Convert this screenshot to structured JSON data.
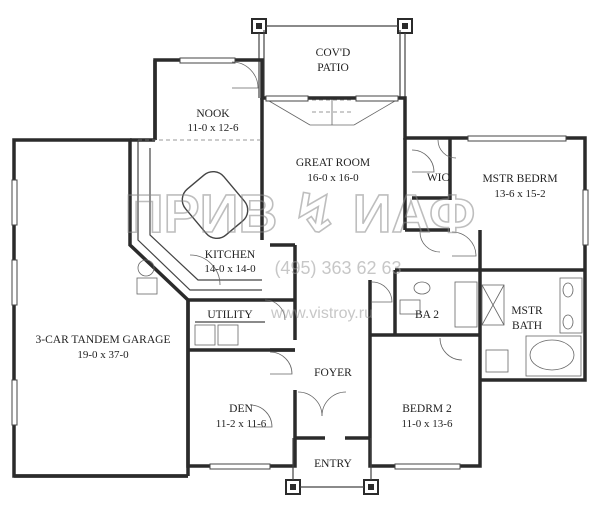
{
  "rooms": {
    "patio": {
      "name": "COV'D",
      "name2": "PATIO"
    },
    "nook": {
      "name": "NOOK",
      "dim": "11-0 x 12-6"
    },
    "great_room": {
      "name": "GREAT ROOM",
      "dim": "16-0 x 16-0"
    },
    "wic": {
      "name": "WIC"
    },
    "master_bedroom": {
      "name": "MSTR BEDRM",
      "dim": "13-6 x 15-2"
    },
    "kitchen": {
      "name": "KITCHEN",
      "dim": "14-0 x 14-0"
    },
    "utility": {
      "name": "UTILITY"
    },
    "bath2": {
      "name": "BA 2"
    },
    "master_bath": {
      "name": "MSTR",
      "name2": "BATH"
    },
    "garage": {
      "name": "3-CAR TANDEM GARAGE",
      "dim": "19-0 x 37-0"
    },
    "foyer": {
      "name": "FOYER"
    },
    "den": {
      "name": "DEN",
      "dim": "11-2 x 11-6"
    },
    "bedroom2": {
      "name": "BEDRM 2",
      "dim": "11-0 x 13-6"
    },
    "entry": {
      "name": "ENTRY"
    }
  },
  "watermark": {
    "logo": "ПРИВ ↯ ИАФ",
    "phone": "(495) 363  62 63",
    "url": "www.vistroy.ru",
    "color": "#9a9a9a"
  },
  "colors": {
    "wall": "#2b2b2b",
    "line": "#444444",
    "background": "#ffffff"
  }
}
